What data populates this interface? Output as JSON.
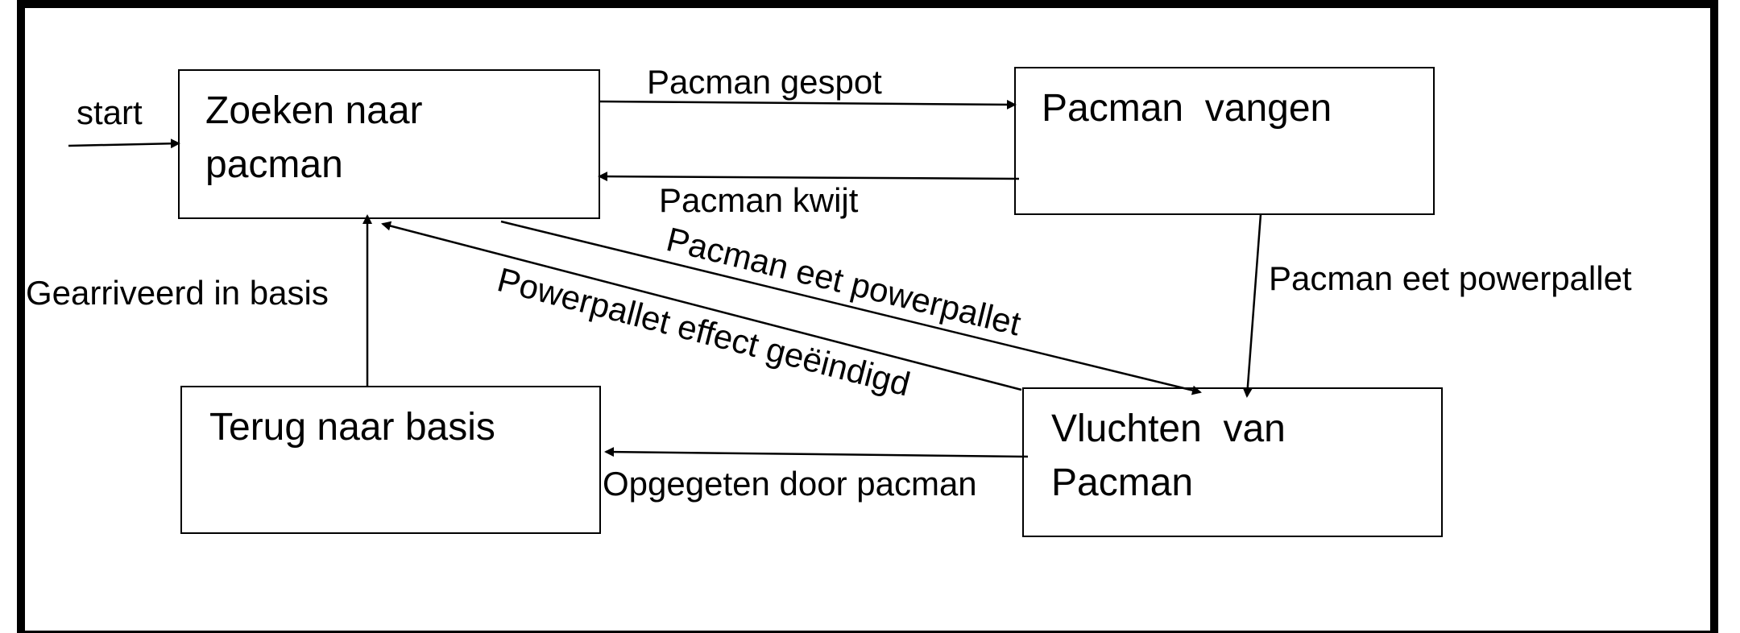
{
  "states": {
    "zoeken": {
      "lines": [
        "Zoeken naar",
        "pacman"
      ]
    },
    "vangen": {
      "lines": [
        "Pacman  vangen"
      ]
    },
    "terug": {
      "lines": [
        "Terug naar basis"
      ]
    },
    "vluchten": {
      "lines": [
        "Vluchten  van",
        "Pacman"
      ]
    }
  },
  "transitions": {
    "start": "start",
    "gespot": "Pacman gespot",
    "kwijt": "Pacman kwijt",
    "eet_from_zoeken": "Pacman eet powerpallet",
    "eet_from_vangen": "Pacman eet powerpallet",
    "effect_geeindigd": "Powerpallet effect geëindigd",
    "opgegeten": "Opgegeten door pacman",
    "gearriveerd": "Gearriveerd in basis"
  }
}
